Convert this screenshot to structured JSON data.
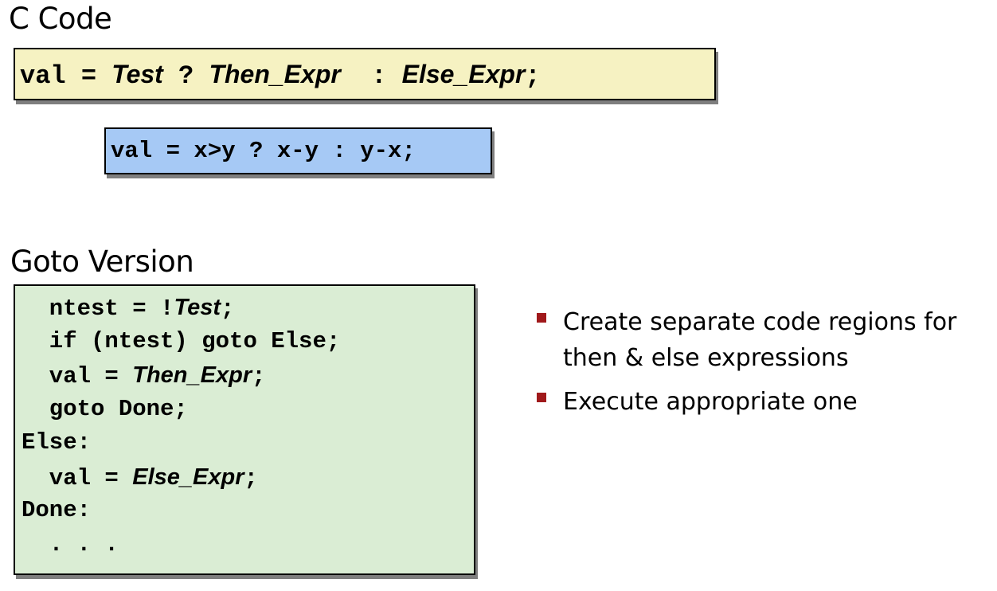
{
  "headings": {
    "c_code": "C Code",
    "goto_version": "Goto Version"
  },
  "c_code_box": {
    "background": "#f6f2c2",
    "parts": [
      "val = ",
      "Test",
      " ? ",
      "Then_Expr",
      "  : ",
      "Else_Expr",
      ";"
    ]
  },
  "example_box": {
    "background": "#a6c9f5",
    "text": "val = x>y ? x-y : y-x;"
  },
  "goto_box": {
    "background": "#daedd4",
    "lines": [
      {
        "parts": [
          "  ntest = !",
          "Test",
          ";"
        ]
      },
      {
        "parts": [
          "  if (ntest) goto Else;"
        ]
      },
      {
        "parts": [
          "  val = ",
          "Then_Expr",
          ";"
        ]
      },
      {
        "parts": [
          "  goto Done;"
        ]
      },
      {
        "parts": [
          "Else:"
        ]
      },
      {
        "parts": [
          "  val = ",
          "Else_Expr",
          ";"
        ]
      },
      {
        "parts": [
          "Done:"
        ]
      },
      {
        "parts": [
          "  . . ."
        ]
      }
    ]
  },
  "bullets": {
    "marker_color": "#a0191b",
    "items": [
      "Create separate code regions for then & else expressions",
      "Execute appropriate one"
    ]
  }
}
